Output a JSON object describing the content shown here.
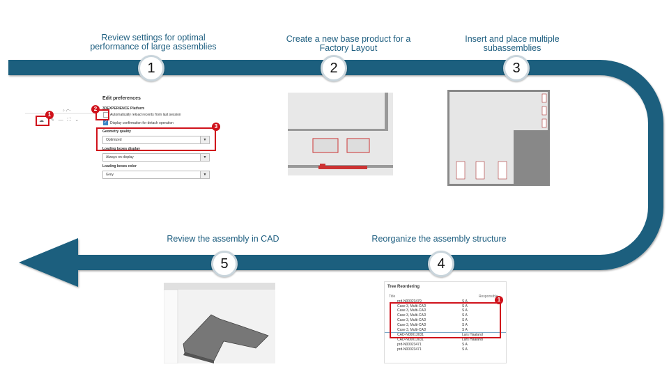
{
  "colors": {
    "arrow": "#1a5e7e",
    "title": "#1f5f80",
    "highlight": "#d0121b"
  },
  "steps": [
    {
      "number": "1",
      "title": "Review settings for optimal performance of large assemblies"
    },
    {
      "number": "2",
      "title": "Create a new base product for a Factory Layout"
    },
    {
      "number": "3",
      "title": "Insert and place multiple subassemblies"
    },
    {
      "number": "4",
      "title": "Reorganize the assembly structure"
    },
    {
      "number": "5",
      "title": "Review the assembly in CAD"
    }
  ],
  "preferences": {
    "heading": "Edit preferences",
    "section": "3DEXPERIENCE Platform",
    "checkbox1": "Automatically reload recents from last session",
    "checkbox2": "Display confirmation for detach operation",
    "geometry_label": "Geometry quality",
    "geometry_value": "Optimized",
    "loading_display_label": "Loading boxes display",
    "loading_display_value": "Always on display",
    "loading_color_label": "Loading boxes color",
    "loading_color_value": "Grey",
    "badges": [
      "1",
      "2",
      "3"
    ]
  },
  "tree": {
    "heading": "Tree Reordering",
    "columns": [
      "Title",
      "Responsible"
    ],
    "badge": "1",
    "rows": [
      [
        "prd-N00023479",
        "S A"
      ],
      [
        "Case 3, Multi-CAD",
        "S A"
      ],
      [
        "Case 3, Multi-CAD",
        "S A"
      ],
      [
        "Case 3, Multi-CAD",
        "S A"
      ],
      [
        "Case 3, Multi-CAD",
        "S A"
      ],
      [
        "Case 3, Multi-CAD",
        "S A"
      ],
      [
        "Case 3, Multi-CAD",
        "S A"
      ],
      [
        "CAD-N00013031",
        "Lars Haaland"
      ],
      [
        "CAD-N00013031",
        "Lars Haaland"
      ],
      [
        "prd-N00023471",
        "S A"
      ],
      [
        "prd-N00023471",
        "S A"
      ]
    ]
  }
}
